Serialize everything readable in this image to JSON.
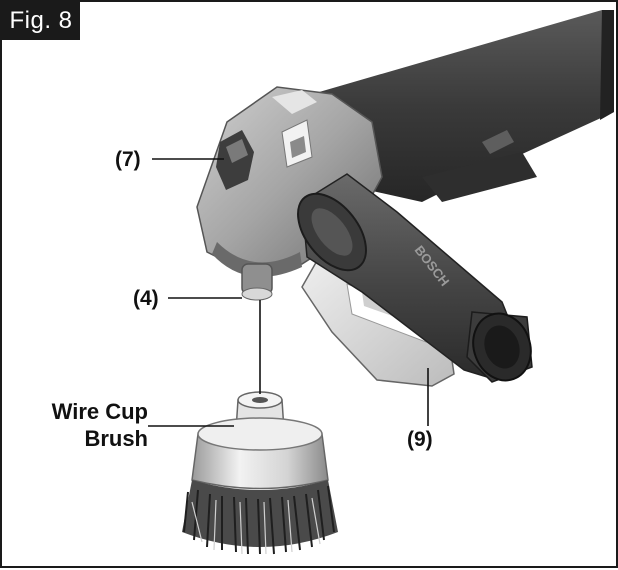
{
  "figure": {
    "label": "Fig. 8",
    "callouts": {
      "part_7": "(7)",
      "part_4": "(4)",
      "part_9": "(9)",
      "brush_line1": "Wire Cup",
      "brush_line2": "Brush"
    },
    "handle_brand": "BOSCH"
  },
  "colors": {
    "body_dark": "#3c3c3c",
    "gear_head": "#9a9a9a",
    "guard_plate": "#d9d9d9",
    "handle": "#4a4a4a",
    "brush_cup": "#c9c9c9"
  }
}
